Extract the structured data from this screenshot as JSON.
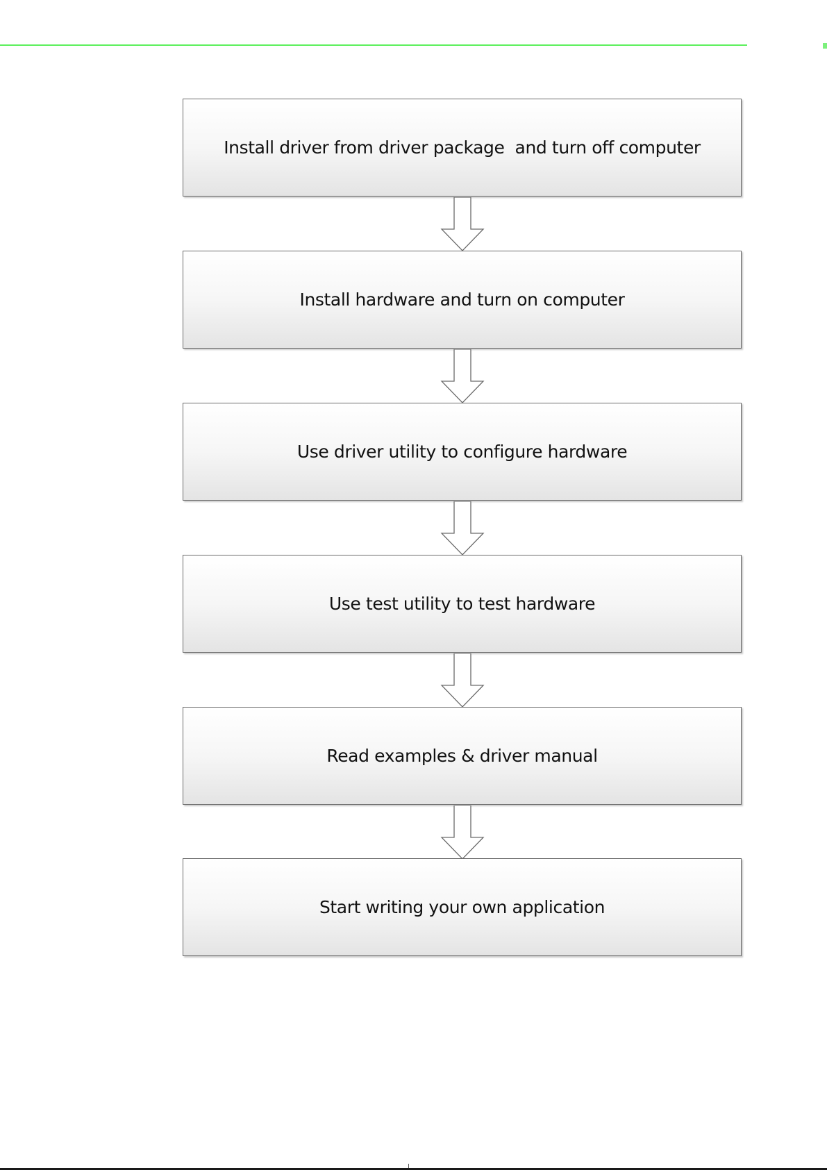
{
  "flowchart": {
    "steps": [
      {
        "label": "Install driver from driver package  and turn off computer"
      },
      {
        "label": "Install hardware and turn on computer"
      },
      {
        "label": "Use driver utility to configure hardware"
      },
      {
        "label": "Use test utility to test hardware"
      },
      {
        "label": "Read examples & driver manual"
      },
      {
        "label": "Start writing your own application"
      }
    ]
  },
  "colors": {
    "header_rule": "#5cf05c",
    "box_border": "#6a6a6a",
    "box_fill_top": "#ffffff",
    "box_fill_bottom": "#e4e4e4",
    "text": "#111111"
  }
}
